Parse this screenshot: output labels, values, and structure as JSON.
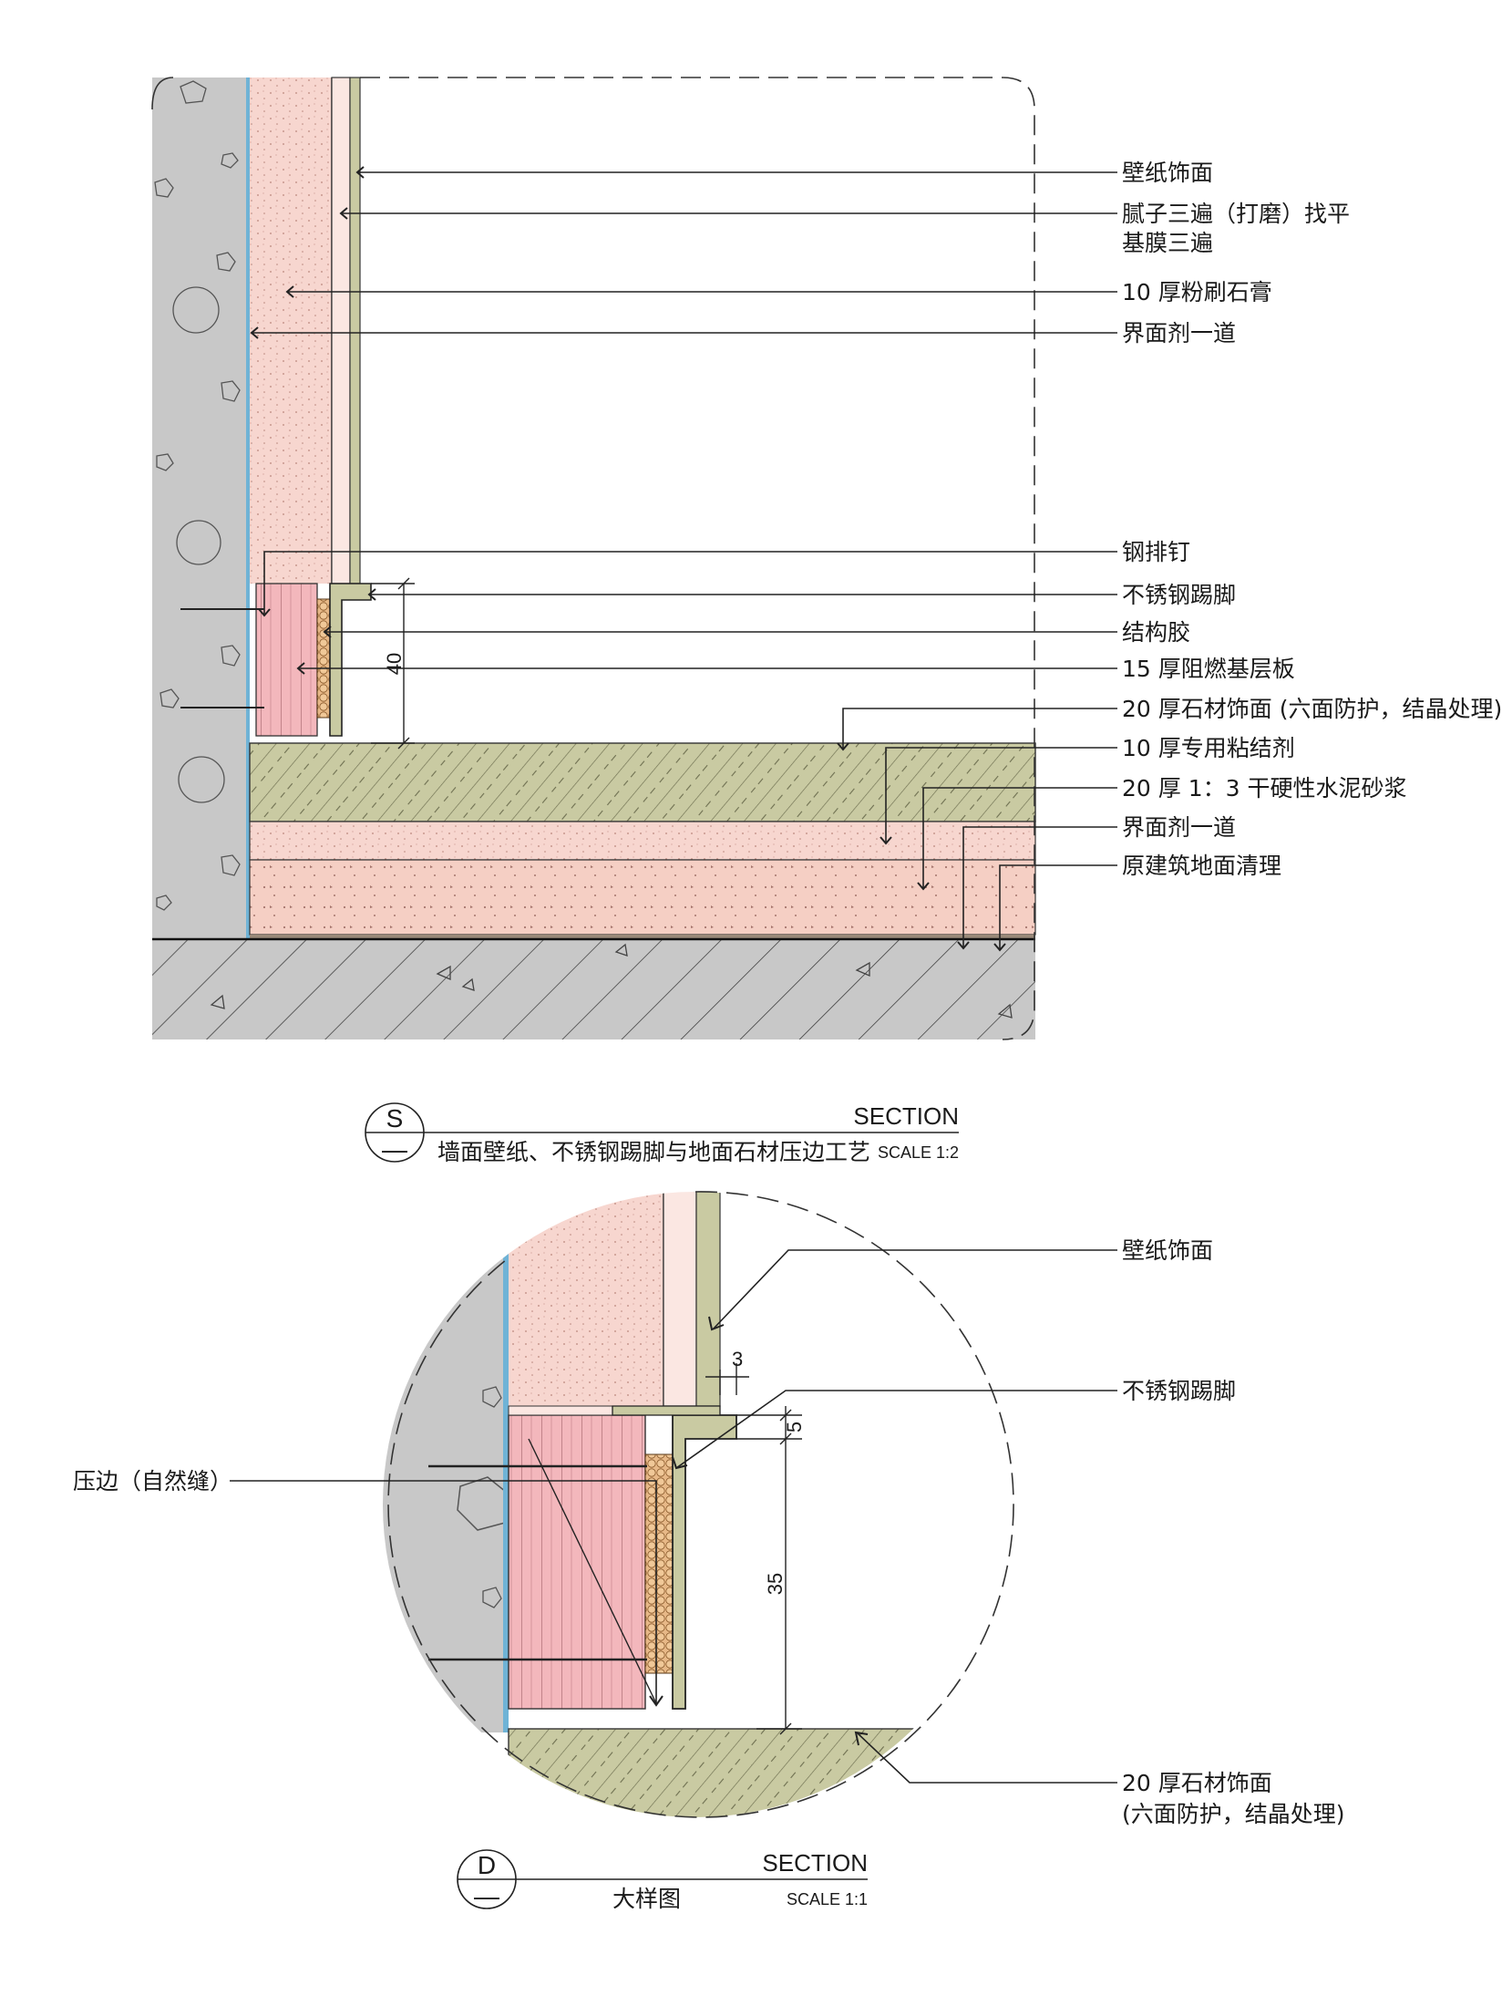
{
  "section_s": {
    "tag_letter": "S",
    "tag_sub": "—",
    "title": "SECTION",
    "description": "墙面壁纸、不锈钢踢脚与地面石材压边工艺",
    "scale": "SCALE 1:2",
    "dimension": "40",
    "labels": [
      {
        "text": "壁纸饰面"
      },
      {
        "text": "腻子三遍（打磨）找平"
      },
      {
        "text": "基膜三遍"
      },
      {
        "text": "10 厚粉刷石膏"
      },
      {
        "text": "界面剂一道"
      },
      {
        "text": "钢排钉"
      },
      {
        "text": "不锈钢踢脚"
      },
      {
        "text": "结构胶"
      },
      {
        "text": "15 厚阻燃基层板"
      },
      {
        "text": "20 厚石材饰面 (六面防护，结晶处理)"
      },
      {
        "text": "10 厚专用粘结剂"
      },
      {
        "text": "20 厚 1：3 干硬性水泥砂浆"
      },
      {
        "text": "界面剂一道"
      },
      {
        "text": "原建筑地面清理"
      }
    ]
  },
  "section_d": {
    "tag_letter": "D",
    "tag_sub": "—",
    "title": "SECTION",
    "description": "大样图",
    "scale": "SCALE 1:1",
    "dim_gap": "3",
    "dim_top": "5",
    "dim_height": "35",
    "labels": [
      {
        "text": "壁纸饰面"
      },
      {
        "text": "不锈钢踢脚"
      },
      {
        "text": "压边（自然缝）"
      },
      {
        "text": "20 厚石材饰面"
      },
      {
        "text": "(六面防护，结晶处理)"
      }
    ]
  },
  "colors": {
    "concrete": "#c8c8c8",
    "plaster": "#f7d6cf",
    "board": "#f2b3b8",
    "stone": "#c9caa2",
    "mortar": "#f4c7bd",
    "interface": "#6fb3d6"
  }
}
